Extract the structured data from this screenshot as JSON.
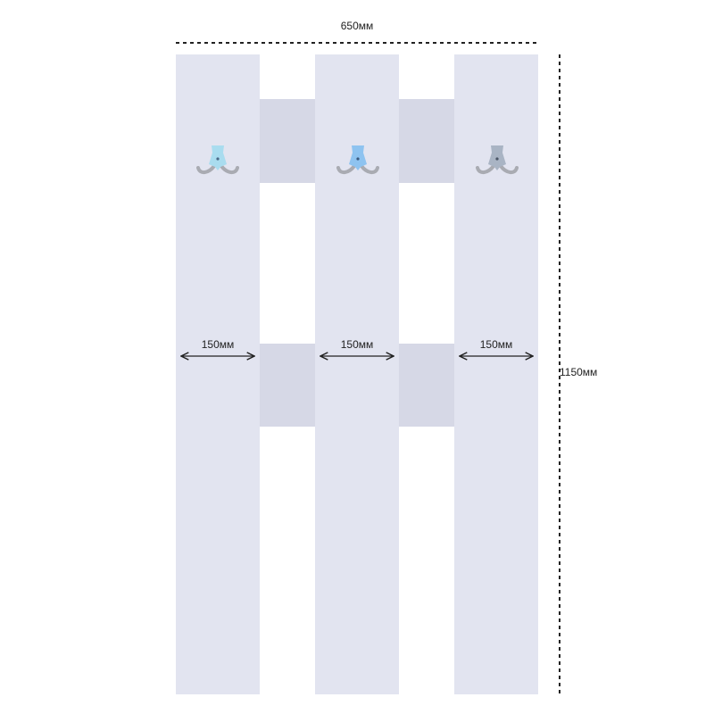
{
  "dimensions": {
    "total_width": "650мм",
    "total_height": "1150мм",
    "panel_widths": [
      "150мм",
      "150мм",
      "150мм"
    ]
  },
  "colors": {
    "panel": "#e2e4f0",
    "crossbar": "#d6d8e6",
    "hook_metal": "#a9abb2",
    "hook_plate_1": "#a9dcef",
    "hook_plate_2": "#8ec3f0",
    "hook_plate_3": "#a9b4c4",
    "dimension_line": "#222222"
  },
  "hooks": [
    {
      "icon": "double-coat-hook-icon"
    },
    {
      "icon": "double-coat-hook-icon"
    },
    {
      "icon": "double-coat-hook-icon"
    }
  ]
}
